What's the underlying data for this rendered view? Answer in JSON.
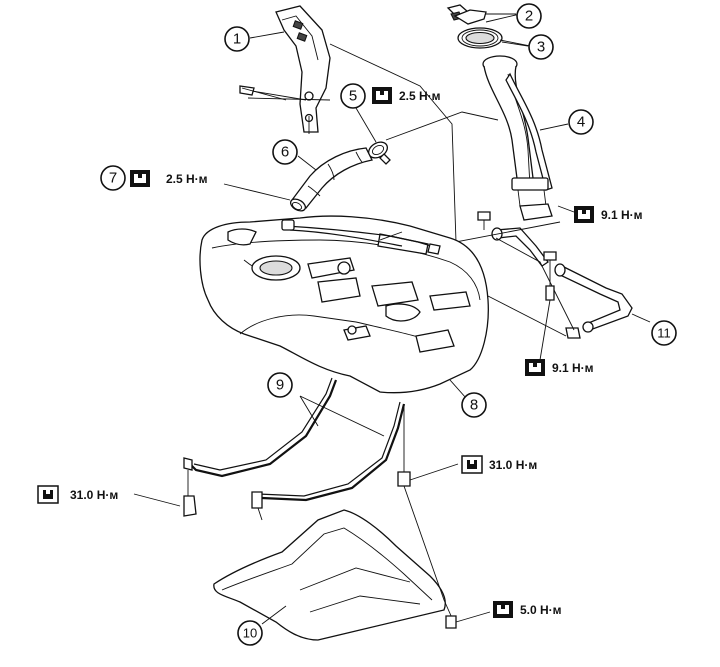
{
  "diagram": {
    "callouts": [
      {
        "id": "c1",
        "label": "1"
      },
      {
        "id": "c2",
        "label": "2"
      },
      {
        "id": "c3",
        "label": "3"
      },
      {
        "id": "c4",
        "label": "4"
      },
      {
        "id": "c5",
        "label": "5"
      },
      {
        "id": "c6",
        "label": "6"
      },
      {
        "id": "c7",
        "label": "7"
      },
      {
        "id": "c8",
        "label": "8"
      },
      {
        "id": "c9",
        "label": "9"
      },
      {
        "id": "c10",
        "label": "10"
      },
      {
        "id": "c11",
        "label": "11"
      }
    ],
    "torques": [
      {
        "id": "t1",
        "value": "2.5 Н·м"
      },
      {
        "id": "t2",
        "value": "2.5 Н·м"
      },
      {
        "id": "t3",
        "value": "9.1 Н·м"
      },
      {
        "id": "t4",
        "value": "9.1 Н·м"
      },
      {
        "id": "t5",
        "value": "31.0 Н·м"
      },
      {
        "id": "t6",
        "value": "31.0 Н·м"
      },
      {
        "id": "t7",
        "value": "5.0 Н·м"
      }
    ],
    "icon": "torque-wrench-icon"
  }
}
